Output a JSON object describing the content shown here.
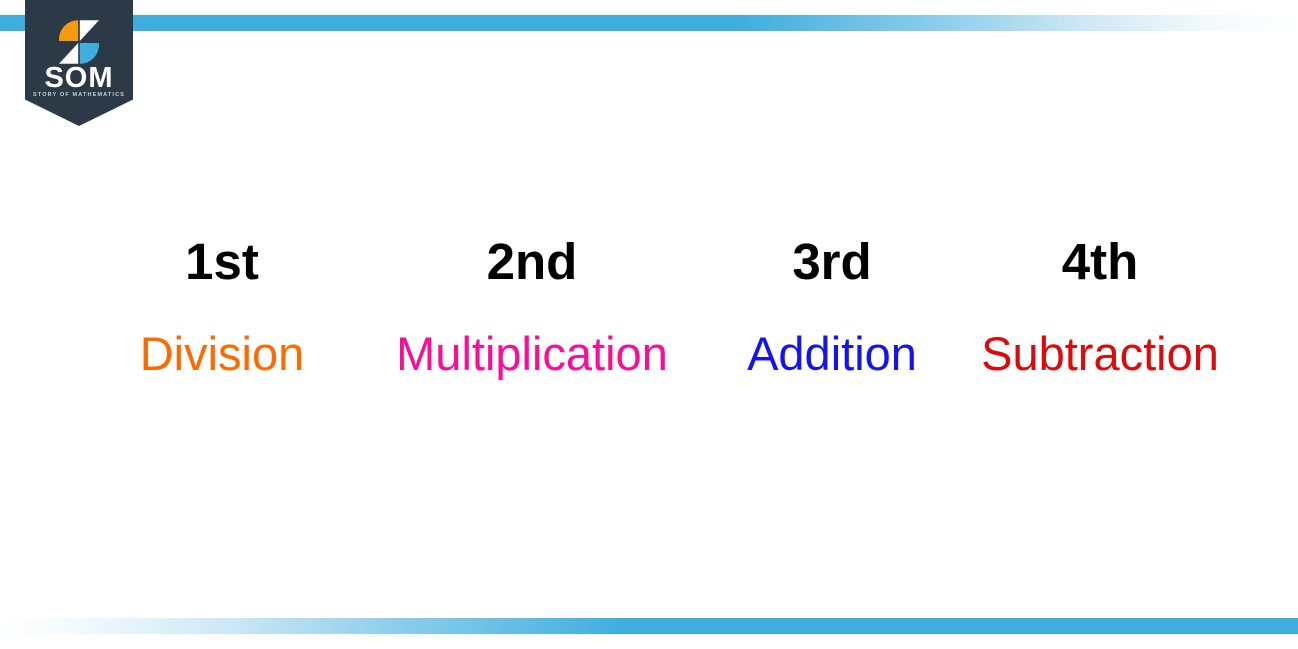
{
  "theme": {
    "accent_blue": "#3FAEDE",
    "badge_dark": "#2B3A46",
    "logo_orange": "#F59A0B",
    "logo_blue": "#3FAEDE",
    "background": "#FFFFFF"
  },
  "brand": {
    "name": "SOM",
    "tagline": "STORY OF MATHEMATICS",
    "logo_icon": "som-s-monogram-icon"
  },
  "decor": {
    "top_rule_name": "top-accent-rule",
    "bottom_rule_name": "bottom-accent-rule"
  },
  "steps": [
    {
      "ordinal": "1st",
      "operation": "Division",
      "color": "#FF6A00"
    },
    {
      "ordinal": "2nd",
      "operation": "Multiplication",
      "color": "#FA0D97"
    },
    {
      "ordinal": "3rd",
      "operation": "Addition",
      "color": "#1414F0"
    },
    {
      "ordinal": "4th",
      "operation": "Subtraction",
      "color": "#DC0A0A"
    }
  ]
}
